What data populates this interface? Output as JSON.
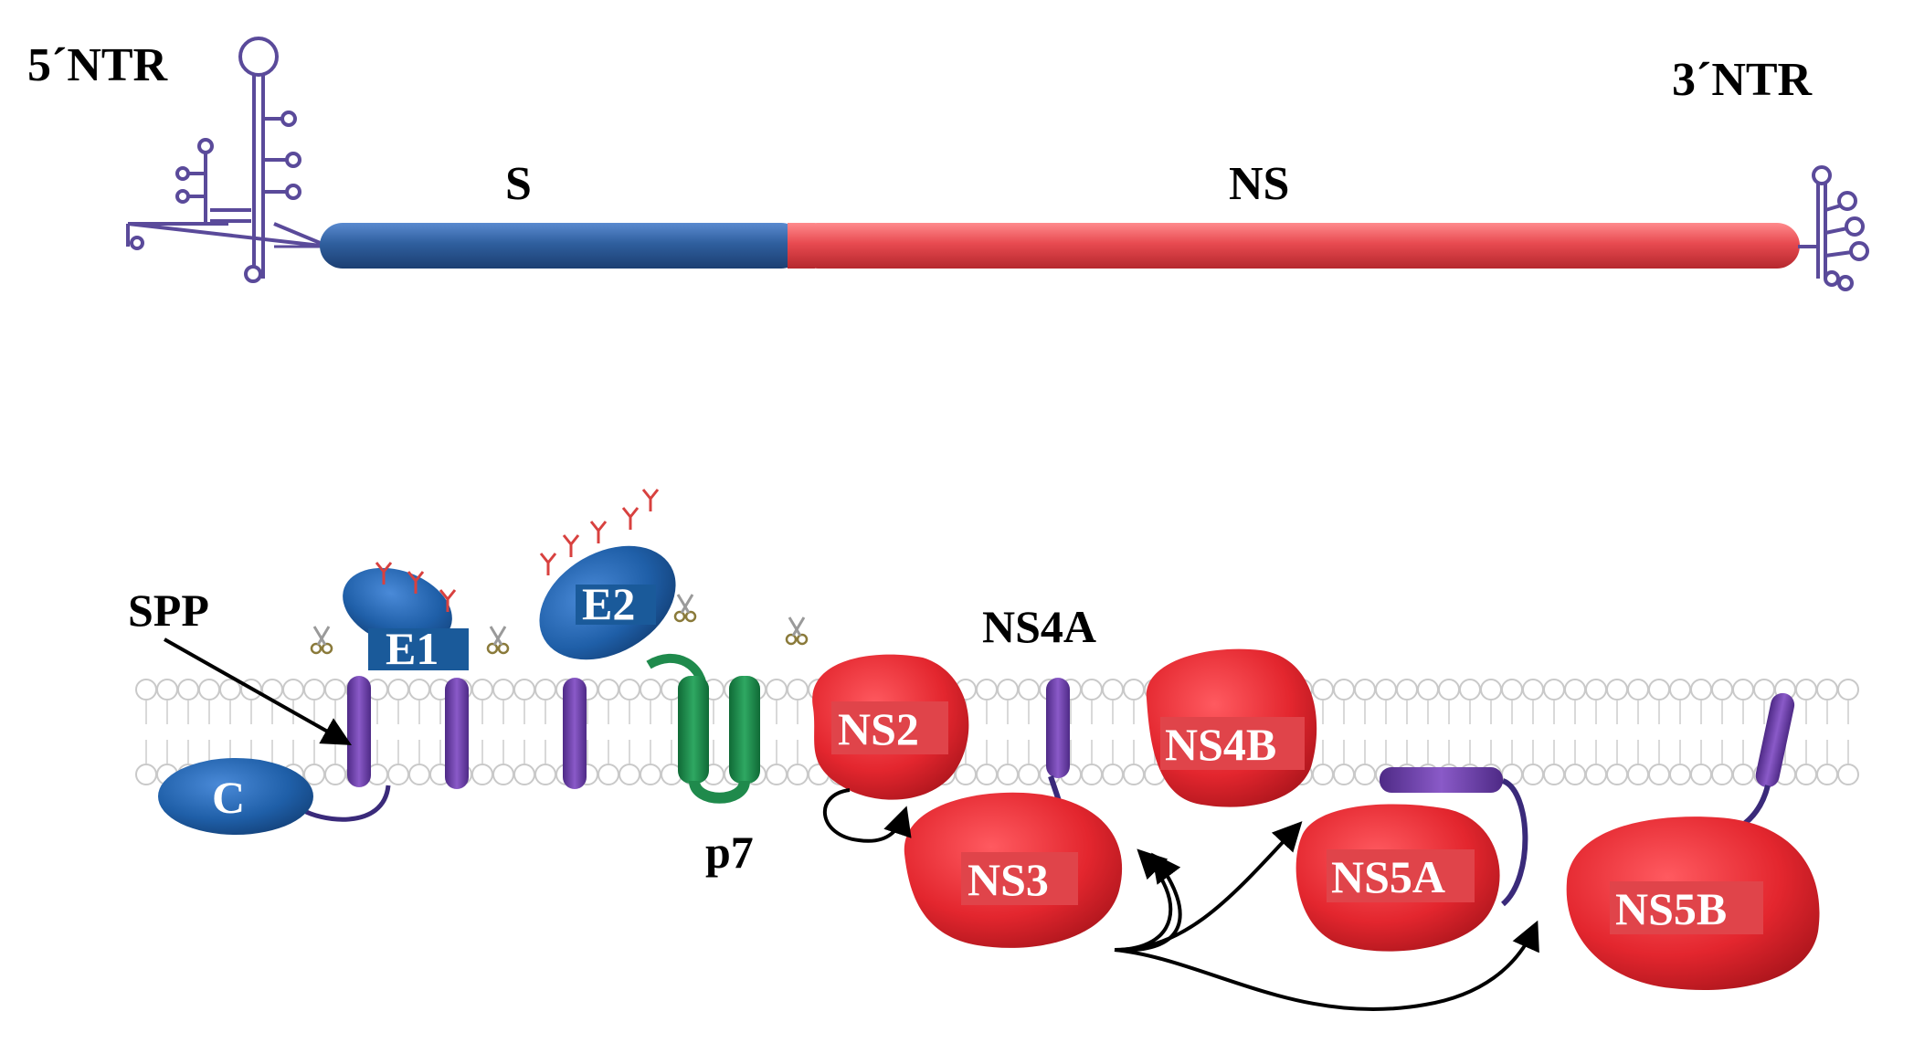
{
  "labels": {
    "ntr5": "5´NTR",
    "ntr3": "3´NTR",
    "s": "S",
    "ns": "NS",
    "spp": "SPP",
    "ns4a": "NS4A",
    "p7": "p7"
  },
  "proteins": {
    "c": "C",
    "e1": "E1",
    "e2": "E2",
    "ns2": "NS2",
    "ns3": "NS3",
    "ns4b": "NS4B",
    "ns5a": "NS5A",
    "ns5b": "NS5B"
  },
  "colors": {
    "structural": "#2f5f9e",
    "nonstructural": "#e04a4f",
    "tm_helix": "#6a3fa0",
    "p7": "#1f8a4c",
    "rna": "#5a4a9a",
    "label_box_blue": "#1a5a9a",
    "label_box_red": "#e0444a"
  },
  "icons": [
    "scissors-icon",
    "rna-stem-loop-icon",
    "arrow-icon"
  ]
}
